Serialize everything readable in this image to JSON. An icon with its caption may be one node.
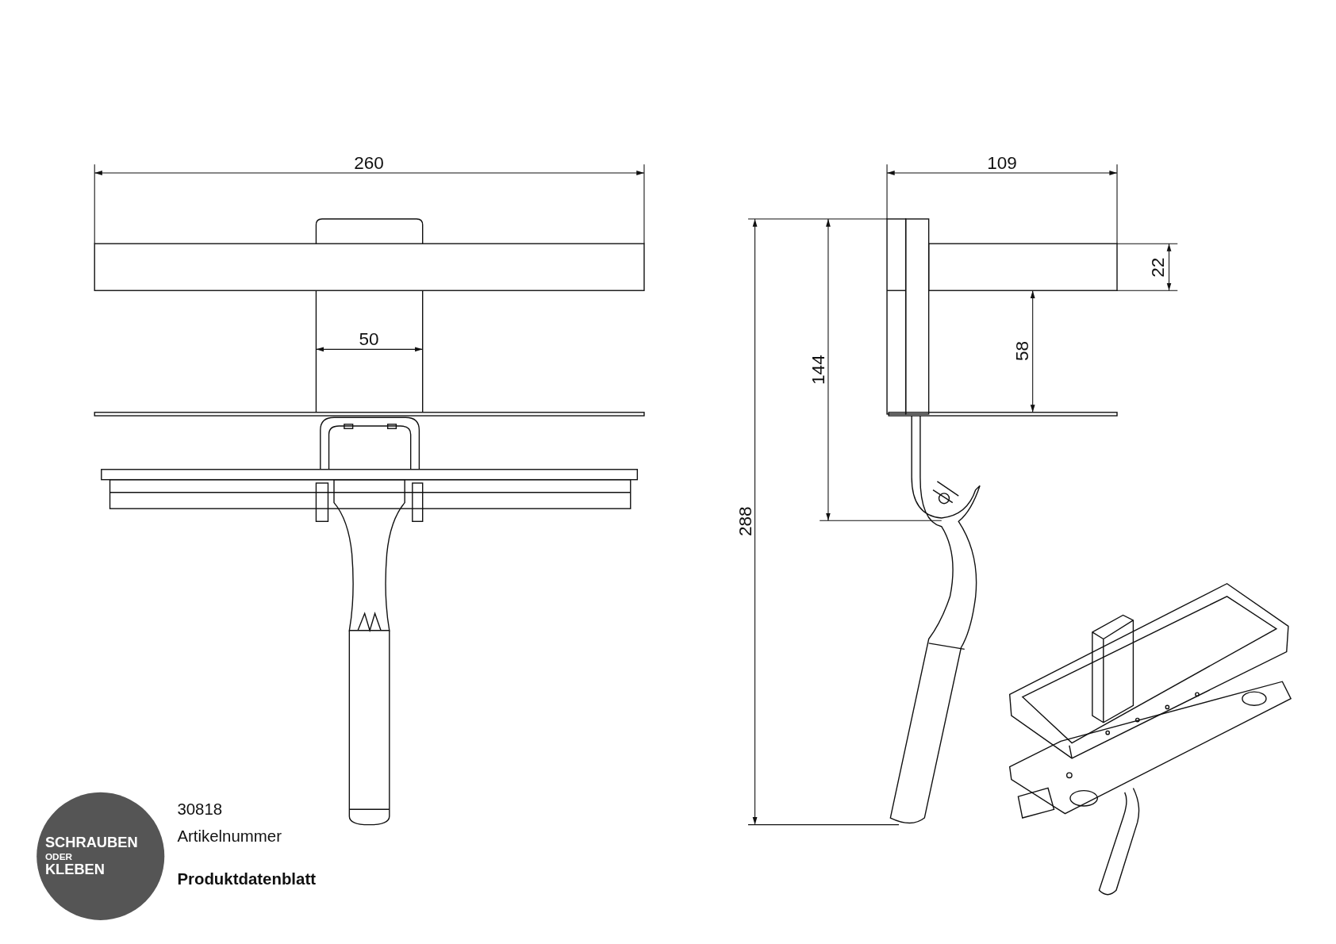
{
  "diagram": {
    "nodes": [
      {
        "text": [
          "SCHRAUBEN",
          "ODER",
          "KLEBEN"
        ]
      }
    ],
    "labels": [
      "260",
      "109",
      "22",
      "50",
      "58",
      "144",
      "288",
      "30818",
      "Artikelnummer",
      "Produktdatenblatt"
    ]
  }
}
